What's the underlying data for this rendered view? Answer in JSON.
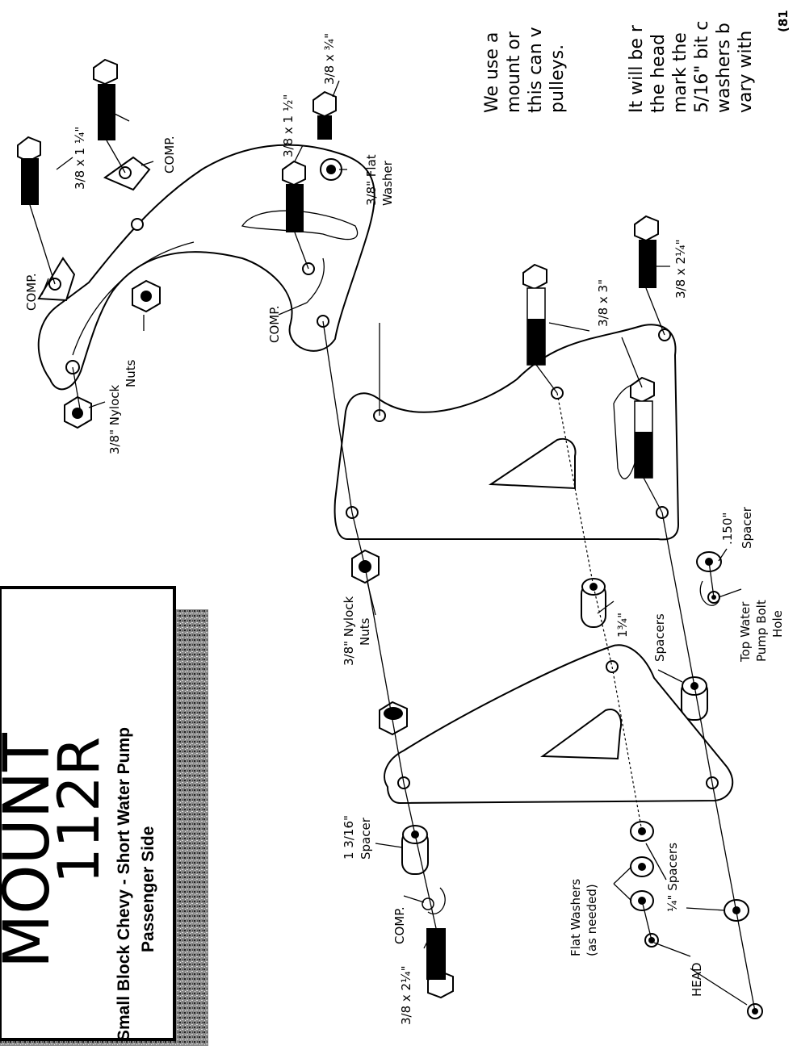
{
  "header": {
    "phone_fragment": "(81"
  },
  "title_box": {
    "word": "MOUNT",
    "number": "112R",
    "subtitle": "Small Block Chevy - Short Water Pump",
    "side": "Passenger Side"
  },
  "instructions": {
    "lines": [
      "We use a",
      "mount or",
      "this can v",
      "pulleys.",
      "It will be r",
      "the head",
      "mark the",
      "5/16\" bit c",
      "washers b",
      "vary with"
    ]
  },
  "labels": {
    "bolt_38x1_14": "3/8 x 1 ¼\"",
    "comp": "COMP.",
    "bolt_38x1_12": "3/8 x 1 ½\"",
    "bolt_38x34": "3/8 x ¾\"",
    "flat_washer": "3/8\" Flat",
    "flat_washer_2": "Washer",
    "nylock": "3/8\" Nylock",
    "nuts": "Nuts",
    "bolt_38x3": "3/8 x 3\"",
    "bolt_38x2_14": "3/8 x 2¼\"",
    "spacer_150": ".150\"",
    "spacer": "Spacer",
    "top_water_1": "Top Water",
    "top_water_2": "Pump Bolt",
    "top_water_3": "Hole",
    "spacer_134": "1¾\"",
    "spacers": "Spacers",
    "spacer_1316": "1 3/16\"",
    "flat_washers": "Flat Washers",
    "as_needed": "(as needed)",
    "quarter_spacers": "¼\" Spacers",
    "head": "HEAD"
  }
}
